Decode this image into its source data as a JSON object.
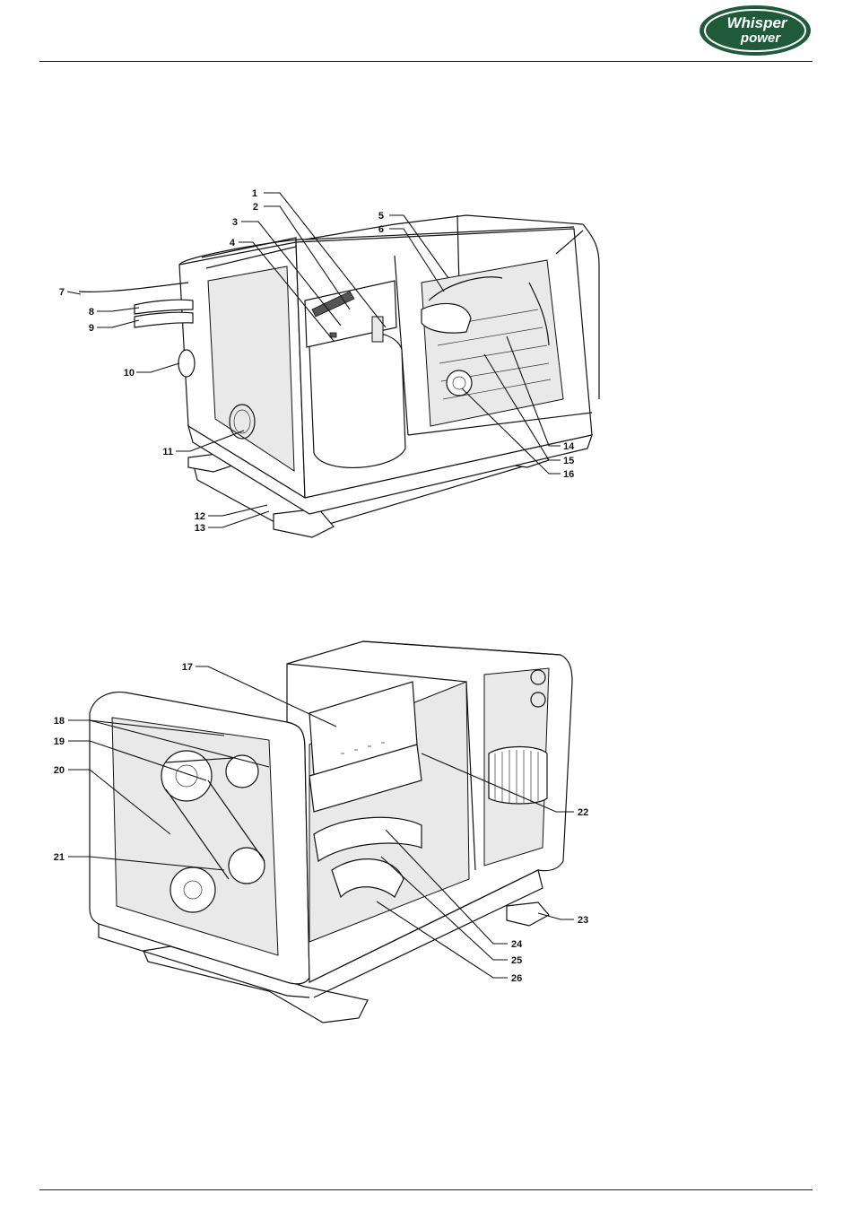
{
  "brand": {
    "line1": "Whisper",
    "line2": "power",
    "colors": {
      "logo_green": "#1f5b3a",
      "logo_rim": "#1f5b3a",
      "text": "#ffffff"
    }
  },
  "figure_top": {
    "callouts": [
      "1",
      "2",
      "3",
      "4",
      "5",
      "6",
      "7",
      "8",
      "9",
      "10",
      "11",
      "12",
      "13",
      "14",
      "15",
      "16"
    ]
  },
  "figure_bottom": {
    "callouts": [
      "17",
      "18",
      "19",
      "20",
      "21",
      "22",
      "23",
      "24",
      "25",
      "26"
    ]
  }
}
